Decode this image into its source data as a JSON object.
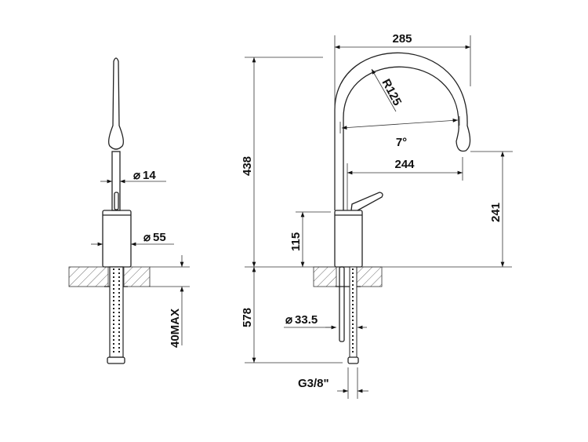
{
  "title": "Kitchen mixer technical drawing",
  "side_view": {
    "spout_diameter": "14",
    "body_diameter": "55",
    "max_deck_thickness": "40MAX"
  },
  "front_view": {
    "reach_total": "285",
    "height_total": "438",
    "spout_radius": "R125",
    "spout_angle": "7°",
    "reach_outlet": "244",
    "outlet_height": "241",
    "body_height": "115",
    "hose_length": "578",
    "hole_diameter": "33.5",
    "connection": "G3/8\""
  },
  "symbols": {
    "diameter": "⌀"
  }
}
